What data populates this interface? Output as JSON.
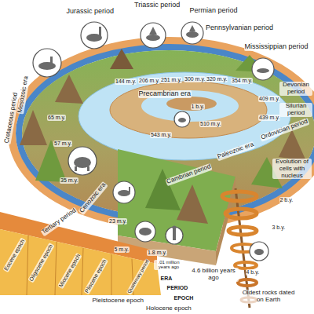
{
  "diagram": {
    "labels": [
      "Jurassic period",
      "Triassic period",
      "Permian period",
      "Pennsylvanian period",
      "Mississippian period",
      "Devonian period",
      "Silurian period",
      "144 m.y.",
      "206 m.y.",
      "251 m.y.",
      "300 m.y.",
      "320 m.y.",
      "354 m.y.",
      "409 m.y.",
      "439 m.y.",
      "Precambrian era",
      "1 b.y.",
      "510 m.y.",
      "543 m.y.",
      "Ordovician period",
      "Paleozoic era",
      "Cambrian period",
      "Evolution of cells with nucleus",
      "2 b.y.",
      "3 b.y.",
      "4 b.y.",
      "4.6 billion years ago",
      "Oldest rocks dated on Earth",
      "Cretaceous period",
      "Mesozoic era",
      "65 m.y.",
      "57 m.y.",
      "35 m.y.",
      "Cenozoic era",
      "23 m.y.",
      "Tertiary period",
      "5 m.y.",
      "1.8 m.y.",
      ".01 million years ago",
      "Eocene epoch",
      "Oligocene epoch",
      "Miocene epoch",
      "Pliocene epoch",
      "Quaternary period",
      "ERA",
      "PERIOD",
      "EPOCH",
      "Pleistocene epoch",
      "Holocene epoch"
    ]
  }
}
